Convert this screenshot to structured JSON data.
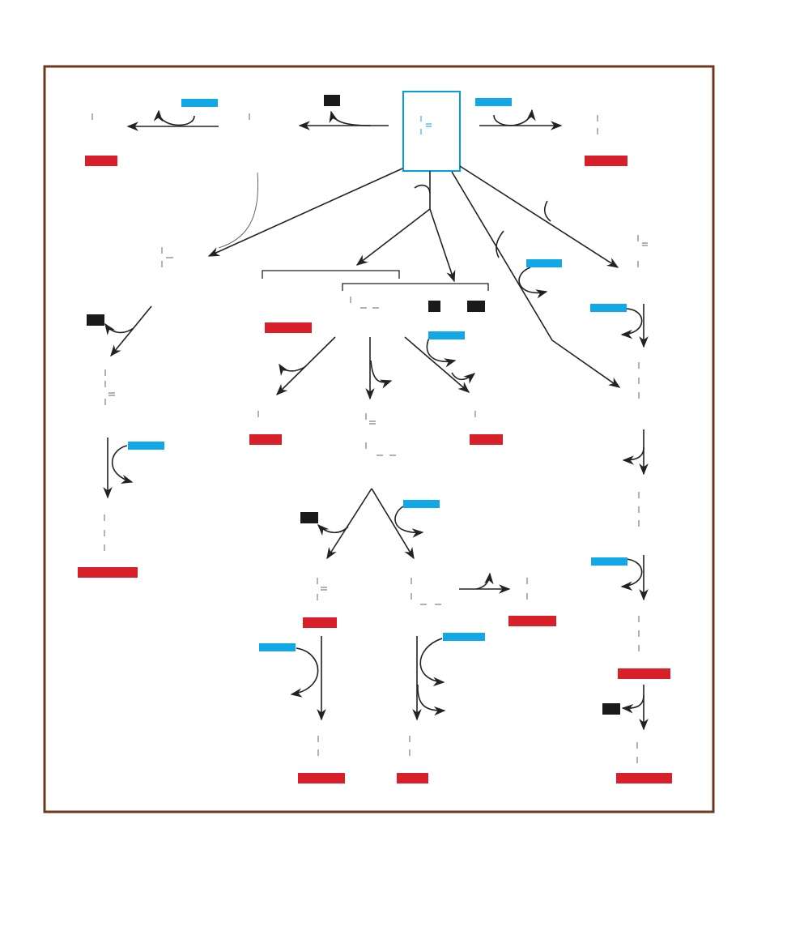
{
  "colors": {
    "frame": "#6b3a1f",
    "product_label": "#d9202a",
    "reagent_label": "#12a8e8",
    "byproduct_label": "#1a1a1a",
    "arrows": "#222222",
    "center_box": "#00a0e0"
  },
  "legend": {
    "red_labels": "product-names",
    "blue_labels": "reagent-names",
    "black_labels": "byproduct-names"
  }
}
